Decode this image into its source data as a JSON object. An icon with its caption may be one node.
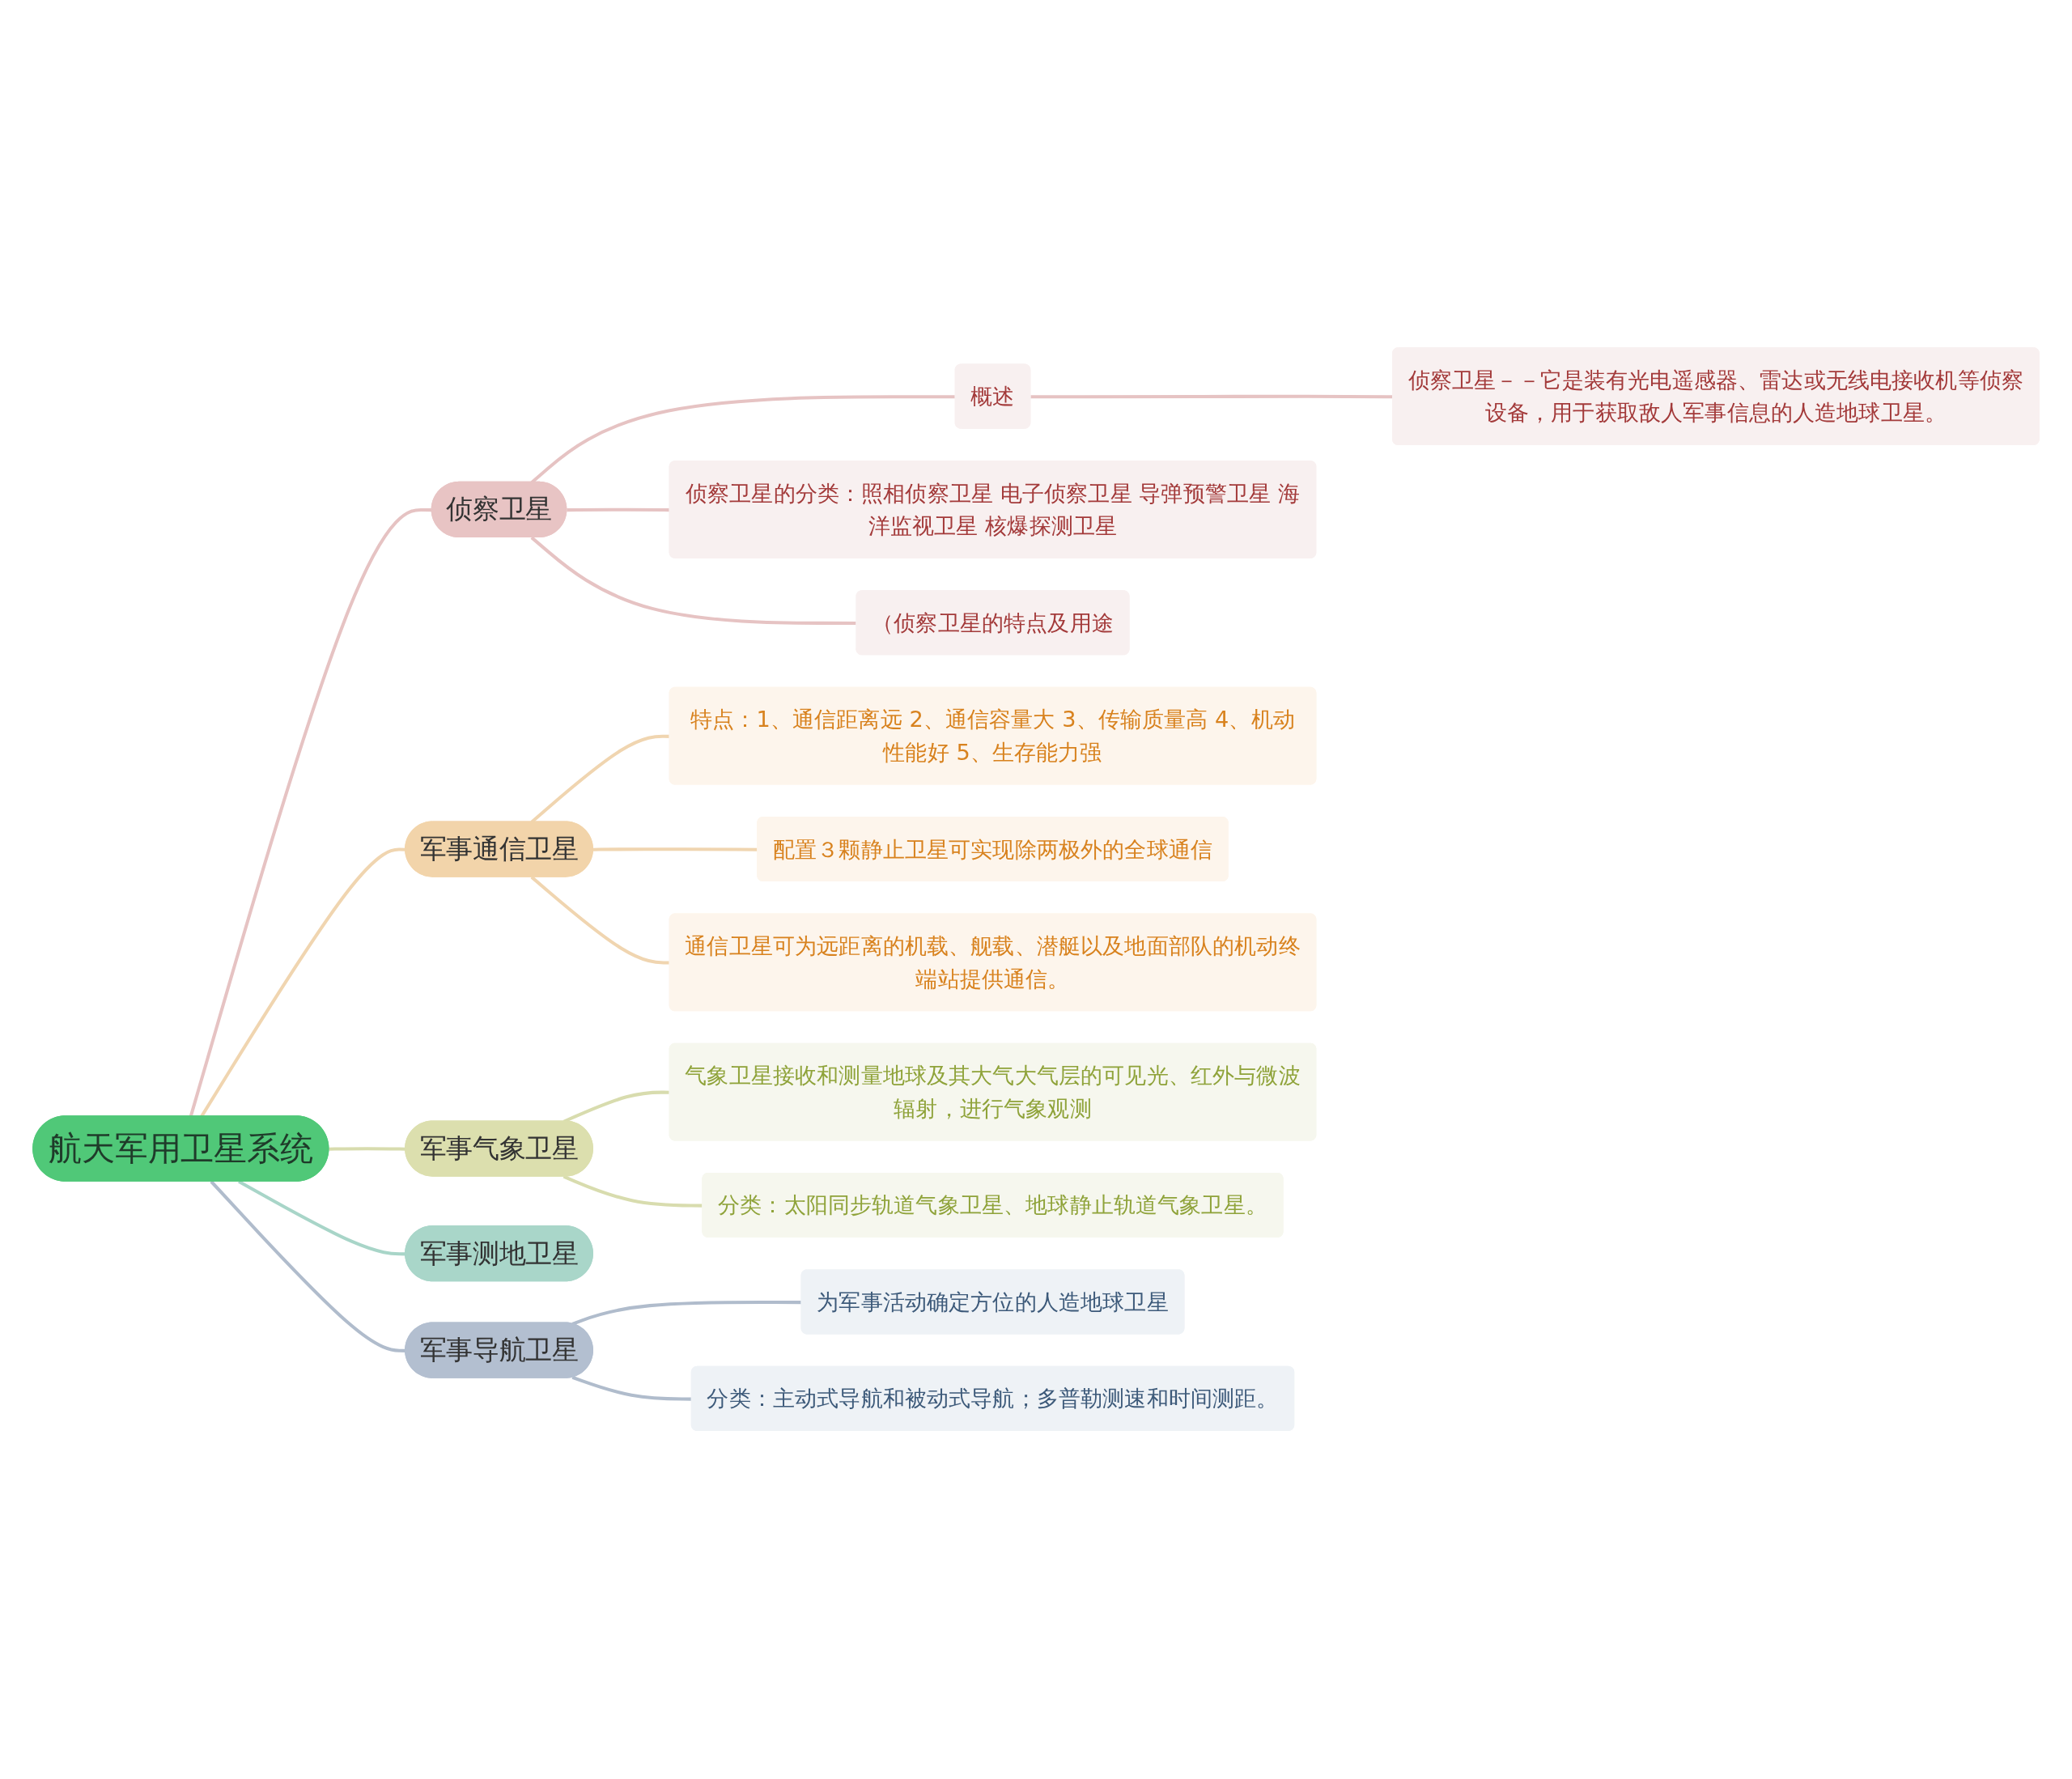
{
  "diagram": {
    "nodes": [
      {
        "text": [
          "航天军用卫星系统"
        ]
      },
      {
        "text": [
          "侦察卫星"
        ]
      },
      {
        "text": [
          "概述"
        ]
      },
      {
        "text": [
          "侦察卫星－－它是装有光电遥感器、雷达或无线电接收机等侦察设备，用于获取敌人军事信息的人造地球卫星。"
        ]
      },
      {
        "text": [
          "侦察卫星的分类：照相侦察卫星 电子侦察卫星 导弹预警卫星 海洋监视卫星 核爆探测卫星"
        ]
      },
      {
        "text": [
          "（侦察卫星的特点及用途"
        ]
      },
      {
        "text": [
          "军事通信卫星"
        ]
      },
      {
        "text": [
          "特点：1、通信距离远 2、通信容量大 3、传输质量高 4、机动性能好 5、生存能力强"
        ]
      },
      {
        "text": [
          "配置３颗静止卫星可实现除两极外的全球通信"
        ]
      },
      {
        "text": [
          "通信卫星可为远距离的机载、舰载、潜艇以及地面部队的机动终端站提供通信。"
        ]
      },
      {
        "text": [
          "军事气象卫星"
        ]
      },
      {
        "text": [
          "气象卫星接收和测量地球及其大气大气层的可见光、红外与微波辐射，进行气象观测"
        ]
      },
      {
        "text": [
          "分类：太阳同步轨道气象卫星、地球静止轨道气象卫星。"
        ]
      },
      {
        "text": [
          "军事测地卫星"
        ]
      },
      {
        "text": [
          "军事导航卫星"
        ]
      },
      {
        "text": [
          "为军事活动确定方位的人造地球卫星"
        ]
      },
      {
        "text": [
          "分类：主动式导航和被动式导航；多普勒测速和时间测距。"
        ]
      }
    ],
    "edges": [
      {
        "from": 0,
        "to": 1,
        "arrow": "none",
        "color": "#e6c3c3"
      },
      {
        "from": 1,
        "to": 2,
        "arrow": "none",
        "color": "#e6c3c3"
      },
      {
        "from": 2,
        "to": 3,
        "arrow": "none",
        "color": "#e6c3c3"
      },
      {
        "from": 1,
        "to": 4,
        "arrow": "none",
        "color": "#e6c3c3"
      },
      {
        "from": 1,
        "to": 5,
        "arrow": "none",
        "color": "#e6c3c3"
      },
      {
        "from": 0,
        "to": 6,
        "arrow": "none",
        "color": "#f0d5b0"
      },
      {
        "from": 6,
        "to": 7,
        "arrow": "none",
        "color": "#f0d5b0"
      },
      {
        "from": 6,
        "to": 8,
        "arrow": "none",
        "color": "#f0d5b0"
      },
      {
        "from": 6,
        "to": 9,
        "arrow": "none",
        "color": "#f0d5b0"
      },
      {
        "from": 0,
        "to": 10,
        "arrow": "none",
        "color": "#d8dcae"
      },
      {
        "from": 10,
        "to": 11,
        "arrow": "none",
        "color": "#d8dcae"
      },
      {
        "from": 10,
        "to": 12,
        "arrow": "none",
        "color": "#d8dcae"
      },
      {
        "from": 0,
        "to": 13,
        "arrow": "none",
        "color": "#a8d5c8"
      },
      {
        "from": 0,
        "to": 14,
        "arrow": "none",
        "color": "#b0bccc"
      },
      {
        "from": 14,
        "to": 15,
        "arrow": "none",
        "color": "#b0bccc"
      },
      {
        "from": 14,
        "to": 16,
        "arrow": "none",
        "color": "#b0bccc"
      }
    ]
  }
}
